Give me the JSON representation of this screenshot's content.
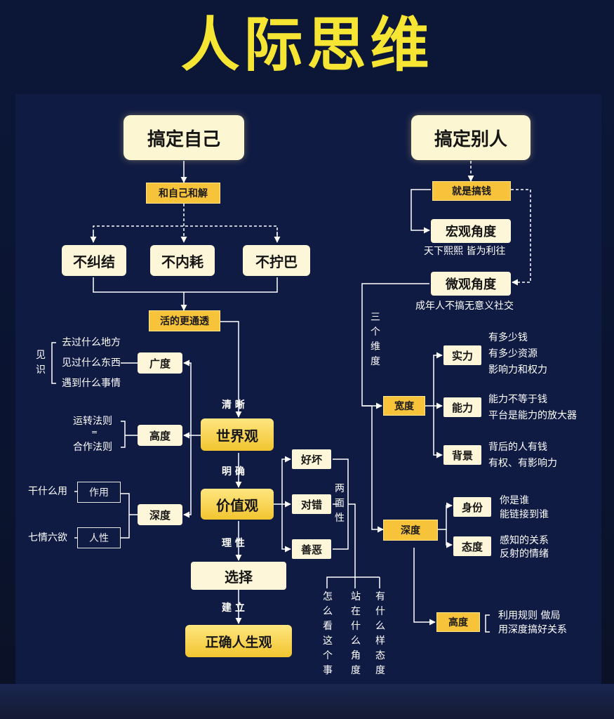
{
  "title": "人际思维",
  "left": {
    "root": "搞定自己",
    "reconcile": "和自己和解",
    "three": [
      "不纠结",
      "不内耗",
      "不拧巴"
    ],
    "live": "活的更通透",
    "insight_label": "见识",
    "insight_items": [
      "去过什么地方",
      "见过什么东西",
      "遇到什么事情"
    ],
    "breadth": "广度",
    "height_items": [
      "运转法则",
      "=",
      "合作法则"
    ],
    "height": "高度",
    "depth_items": [
      {
        "left": "干什么用",
        "box": "作用"
      },
      {
        "left": "七情六欲",
        "box": "人性"
      }
    ],
    "depth": "深度",
    "world": "世界观",
    "clear": "清 晰",
    "value": "价值观",
    "explicit": "明 确",
    "rational": "理 性",
    "choice": "选择",
    "build": "建 立",
    "life": "正确人生观",
    "pairs": [
      "好坏",
      "对错",
      "善恶"
    ],
    "duality": "两面性",
    "questions": [
      "有什么样态度",
      "站在什么角度",
      "怎么看这个事"
    ]
  },
  "right": {
    "root": "搞定别人",
    "money": "就是搞钱",
    "macro": "宏观角度",
    "macro_note": "天下熙熙 皆为利往",
    "micro": "微观角度",
    "micro_note": "成年人不搞无意义社交",
    "three_dim": "三个维度",
    "width": "宽度",
    "width_items": [
      {
        "tag": "实力",
        "lines": [
          "有多少钱",
          "有多少资源",
          "影响力和权力"
        ]
      },
      {
        "tag": "能力",
        "lines": [
          "能力不等于钱",
          "平台是能力的放大器"
        ]
      },
      {
        "tag": "背景",
        "lines": [
          "背后的人有钱",
          "有权、有影响力"
        ]
      }
    ],
    "depth": "深度",
    "depth_items": [
      {
        "tag": "身份",
        "lines": [
          "你是谁",
          "能链接到谁"
        ]
      },
      {
        "tag": "态度",
        "lines": [
          "感知的关系",
          "反射的情绪"
        ]
      }
    ],
    "height": "高度",
    "height_lines": [
      "利用规则 做局",
      "用深度搞好关系"
    ]
  },
  "colors": {
    "title": "#f6e533",
    "background": "#101b44",
    "gold": "#f2c530",
    "cream": "#fdf6d2",
    "line": "#ffffff"
  }
}
